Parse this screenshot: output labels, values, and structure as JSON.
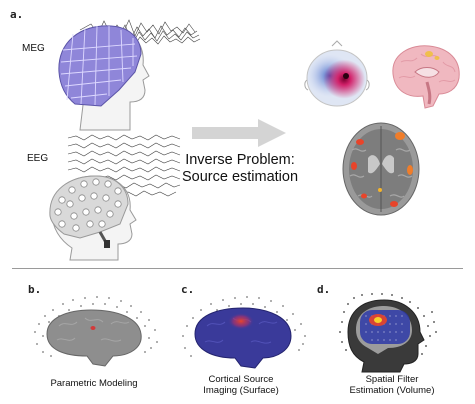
{
  "panels": {
    "a": {
      "letter": "a.",
      "meg_label": "MEG",
      "eeg_label": "EEG",
      "center_title_line1": "Inverse Problem:",
      "center_title_line2": "Source estimation"
    },
    "b": {
      "letter": "b.",
      "caption": "Parametric Modeling"
    },
    "c": {
      "letter": "c.",
      "caption_line1": "Cortical Source",
      "caption_line2": "Imaging (Surface)"
    },
    "d": {
      "letter": "d.",
      "caption_line1": "Spatial Filter",
      "caption_line2": "Estimation (Volume)"
    }
  },
  "colors": {
    "sensor_purple": "#8f86d9",
    "eeg_cap": "#d9d9d9",
    "arrow_gray": "#d4d4d4",
    "cortex_blue": "#3a3a9a",
    "brain_pink": "#f0b8c0",
    "activation_red": "#e8442a"
  }
}
